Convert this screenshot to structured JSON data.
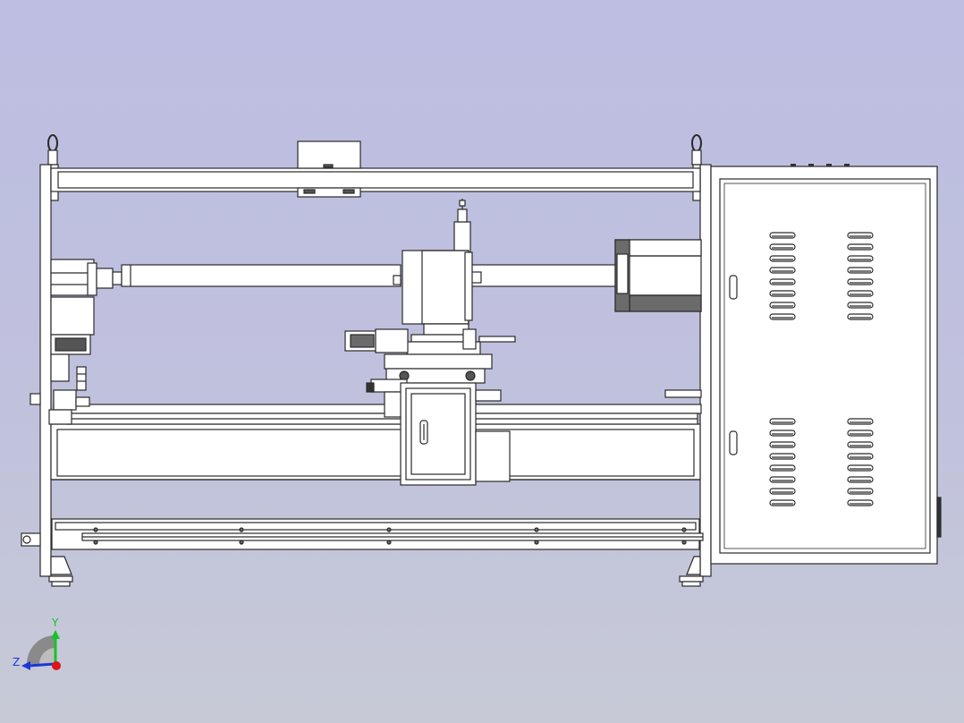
{
  "colors": {
    "background_top": "#bdbee2",
    "background_bottom": "#c7cad6",
    "part_fill": "#ffffff",
    "part_stroke": "#2a2a2a",
    "dark_part": "#6b6b6b",
    "axis_x": "#e0141a",
    "axis_y": "#16c22a",
    "axis_z": "#1c36d8"
  },
  "triad": {
    "y_label": "Y",
    "z_label": "Z",
    "x_label": ""
  },
  "cabinet": {
    "vent_columns": 2,
    "vent_groups": 2,
    "slots_per_group": 8
  },
  "icons": [
    "triad-icon",
    "vent-slot-icon",
    "lifting-eye-icon"
  ]
}
